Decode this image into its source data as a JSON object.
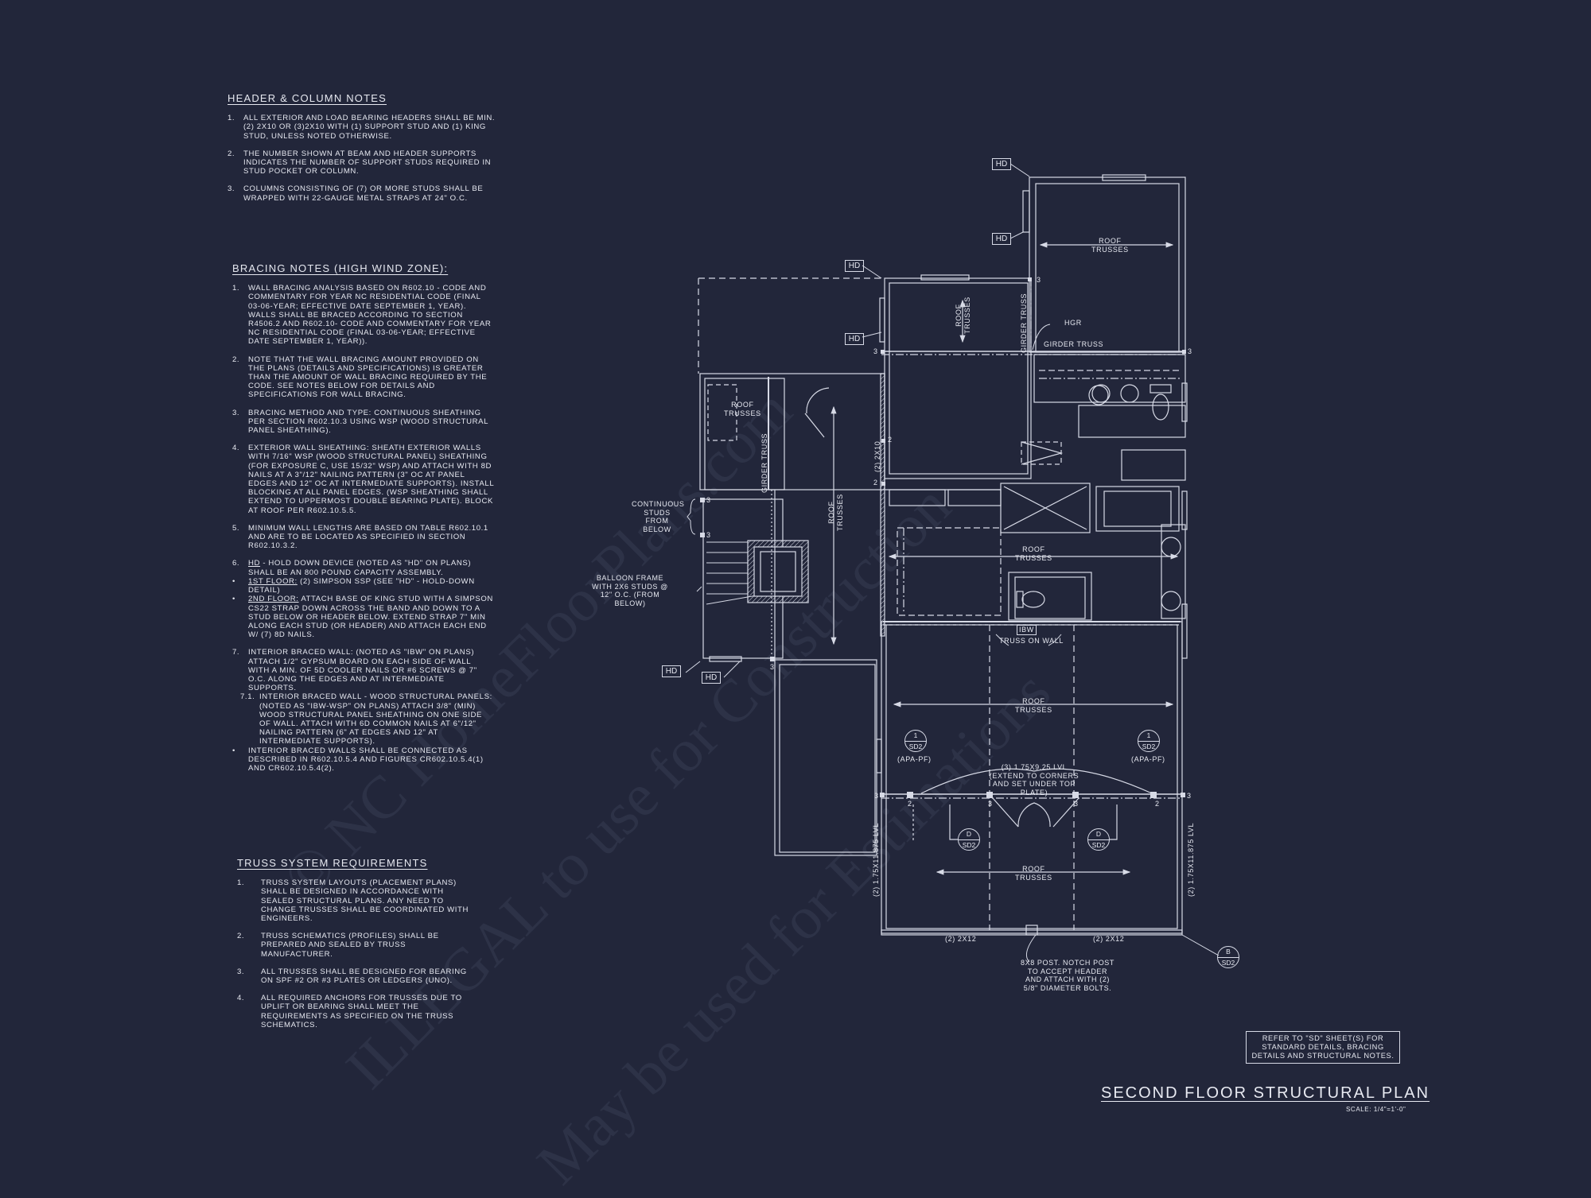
{
  "sheet": {
    "title": "SECOND FLOOR STRUCTURAL PLAN",
    "scale": "SCALE: 1/4\"=1'-0\"",
    "reference_note": "REFER TO \"SD\" SHEET(S) FOR STANDARD DETAILS, BRACING DETAILS AND STRUCTURAL NOTES.",
    "colors": {
      "background": "#22263a",
      "linework": "#d7dae6",
      "text": "#e6e8f0"
    }
  },
  "watermark": {
    "line1": "© NC HomeFloorPlans.com",
    "line2": "ILLEGAL to use for Construction",
    "line3": "May be used for Estimations"
  },
  "header_column_notes": {
    "heading": "HEADER & COLUMN NOTES",
    "items": [
      {
        "num": "1.",
        "text": "ALL EXTERIOR AND LOAD BEARING HEADERS SHALL BE MIN. (2) 2x10 OR (3)2x10 WITH (1) SUPPORT STUD AND (1) KING STUD, UNLESS NOTED OTHERWISE."
      },
      {
        "num": "2.",
        "text": "THE NUMBER SHOWN AT BEAM AND HEADER SUPPORTS INDICATES THE NUMBER OF SUPPORT STUDS REQUIRED IN STUD POCKET OR COLUMN."
      },
      {
        "num": "3.",
        "text": "COLUMNS CONSISTING OF (7) OR MORE STUDS SHALL BE WRAPPED WITH 22-GAUGE METAL STRAPS AT 24\" O.C."
      }
    ]
  },
  "bracing_notes": {
    "heading": "BRACING NOTES (HIGH WIND ZONE):",
    "items": [
      {
        "num": "1.",
        "text": "WALL BRACING ANALYSIS BASED ON R602.10 - CODE AND COMMENTARY FOR YEAR NC RESIDENTIAL CODE (FINAL 03-06-YEAR; EFFECTIVE DATE SEPTEMBER 1, YEAR). WALLS SHALL BE BRACED ACCORDING TO SECTION R4506.2 AND R602.10- CODE AND COMMENTARY FOR YEAR NC RESIDENTIAL CODE (FINAL 03-06-YEAR; EFFECTIVE DATE SEPTEMBER 1, YEAR))."
      },
      {
        "num": "2.",
        "text": "NOTE THAT THE WALL BRACING AMOUNT PROVIDED ON THE PLANS (DETAILS AND SPECIFICATIONS) IS GREATER THAN THE AMOUNT OF WALL BRACING REQUIRED BY THE CODE. SEE NOTES BELOW FOR DETAILS AND SPECIFICATIONS FOR WALL BRACING."
      },
      {
        "num": "3.",
        "text": "BRACING METHOD AND TYPE: CONTINUOUS SHEATHING PER SECTION R602.10.3 USING WSP (WOOD STRUCTURAL PANEL SHEATHING)."
      },
      {
        "num": "4.",
        "text": "EXTERIOR WALL SHEATHING: SHEATH EXTERIOR WALLS WITH 7/16\" WSP (WOOD STRUCTURAL PANEL) SHEATHING (FOR EXPOSURE C, USE 15/32\" WSP) AND ATTACH WITH 8d NAILS AT A 3\"/12\" NAILING PATTERN (3\" OC AT PANEL EDGES AND 12\" OC AT INTERMEDIATE SUPPORTS). INSTALL BLOCKING AT ALL PANEL EDGES. (WSP SHEATHING SHALL EXTEND TO UPPERMOST DOUBLE BEARING PLATE). BLOCK AT ROOF PER R602.10.5.5."
      },
      {
        "num": "5.",
        "text": "MINIMUM WALL LENGTHS ARE BASED ON TABLE R602.10.1 AND ARE TO BE LOCATED AS SPECIFIED IN SECTION R602.10.3.2."
      },
      {
        "num": "6.",
        "label": "HD",
        "text": " - HOLD DOWN DEVICE (NOTED AS \"HD\" ON PLANS) SHALL BE AN 800 POUND CAPACITY ASSEMBLY."
      },
      {
        "num": "•",
        "label": "1ST FLOOR:",
        "text": " (2) SIMPSON SSP (SEE \"HD\" - HOLD-DOWN DETAIL)"
      },
      {
        "num": "•",
        "label": "2ND FLOOR:",
        "text": " ATTACH BASE OF KING STUD WITH A SIMPSON CS22 STRAP DOWN ACROSS THE BAND AND DOWN TO A STUD BELOW OR HEADER BELOW. EXTEND STRAP 7\" MIN ALONG EACH STUD (OR HEADER) AND ATTACH EACH END W/ (7) 8d NAILS."
      },
      {
        "num": "7.",
        "text": "INTERIOR BRACED WALL: (NOTED AS \"IBW\" ON PLANS) ATTACH 1/2\" GYPSUM BOARD ON EACH SIDE OF WALL WITH A MIN. OF 5d COOLER NAILS OR #6 SCREWS @ 7\" O.C. ALONG THE EDGES AND AT INTERMEDIATE SUPPORTS."
      },
      {
        "num": "7.1.",
        "text": "INTERIOR BRACED WALL - WOOD STRUCTURAL PANELS: (NOTED AS \"IBW-WSP\" ON PLANS) ATTACH 3/8\" (MIN) WOOD STRUCTURAL PANEL SHEATHING ON ONE SIDE OF WALL. ATTACH WITH 6d COMMON NAILS AT 6\"/12\" NAILING PATTERN (6\" AT EDGES AND 12\" AT INTERMEDIATE SUPPORTS)."
      },
      {
        "num": "•",
        "text": "INTERIOR BRACED WALLS SHALL BE CONNECTED AS DESCRIBED IN R602.10.5.4 AND FIGURES CR602.10.5.4(1) AND CR602.10.5.4(2)."
      }
    ]
  },
  "truss_requirements": {
    "heading": "TRUSS SYSTEM REQUIREMENTS",
    "items": [
      {
        "num": "1.",
        "text": "TRUSS SYSTEM LAYOUTS (PLACEMENT PLANS) SHALL BE DESIGNED IN ACCORDANCE WITH SEALED STRUCTURAL PLANS. ANY NEED TO CHANGE TRUSSES SHALL BE COORDINATED WITH ENGINEERS."
      },
      {
        "num": "2.",
        "text": "TRUSS SCHEMATICS (PROFILES) SHALL BE PREPARED AND SEALED BY TRUSS MANUFACTURER."
      },
      {
        "num": "3.",
        "text": "ALL TRUSSES SHALL BE DESIGNED FOR BEARING ON SPF #2 OR #3 PLATES OR LEDGERS (UNO)."
      },
      {
        "num": "4.",
        "text": "ALL REQUIRED ANCHORS FOR TRUSSES DUE TO UPLIFT OR BEARING SHALL MEET THE REQUIREMENTS AS SPECIFIED ON THE TRUSS SCHEMATICS."
      }
    ]
  },
  "plan_labels": {
    "hd": "HD",
    "roof": "ROOF",
    "trusses": "TRUSSES",
    "girder_truss": "GIRDER TRUSS",
    "hgr": "HGR",
    "header_2x10": "(2) 2x10",
    "continuous_studs": "CONTINUOUS STUDS FROM BELOW",
    "balloon_frame": "BALLOON FRAME WITH 2x6 STUDS @ 12\" O.C. (FROM BELOW)",
    "truss_on_wall": "TRUSS ON WALL",
    "ibw": "IBW",
    "lvl_beam": "(3) 1.75x9.25 LVL (EXTEND TO CORNERS AND SET UNDER TOP PLATE)",
    "side_lvl": "(2) 1.75x11.875 LVL",
    "header_2x12": "(2) 2x12",
    "post_note": "8x8 POST. NOTCH POST TO ACCEPT HEADER AND ATTACH WITH (2) 5/8\" DIAMETER BOLTS.",
    "apa_pf": "(APA-PF)",
    "stud_counts": {
      "three": "3",
      "two": "2"
    }
  },
  "detail_bubbles": [
    {
      "id": "bubble-1-sd2-left",
      "top": "1",
      "bottom": "SD2"
    },
    {
      "id": "bubble-1-sd2-right",
      "top": "1",
      "bottom": "SD2"
    },
    {
      "id": "bubble-d-sd2-left",
      "top": "D",
      "bottom": "SD2"
    },
    {
      "id": "bubble-d-sd2-right",
      "top": "D",
      "bottom": "SD2"
    },
    {
      "id": "bubble-b-sd2",
      "top": "B",
      "bottom": "SD2"
    }
  ]
}
